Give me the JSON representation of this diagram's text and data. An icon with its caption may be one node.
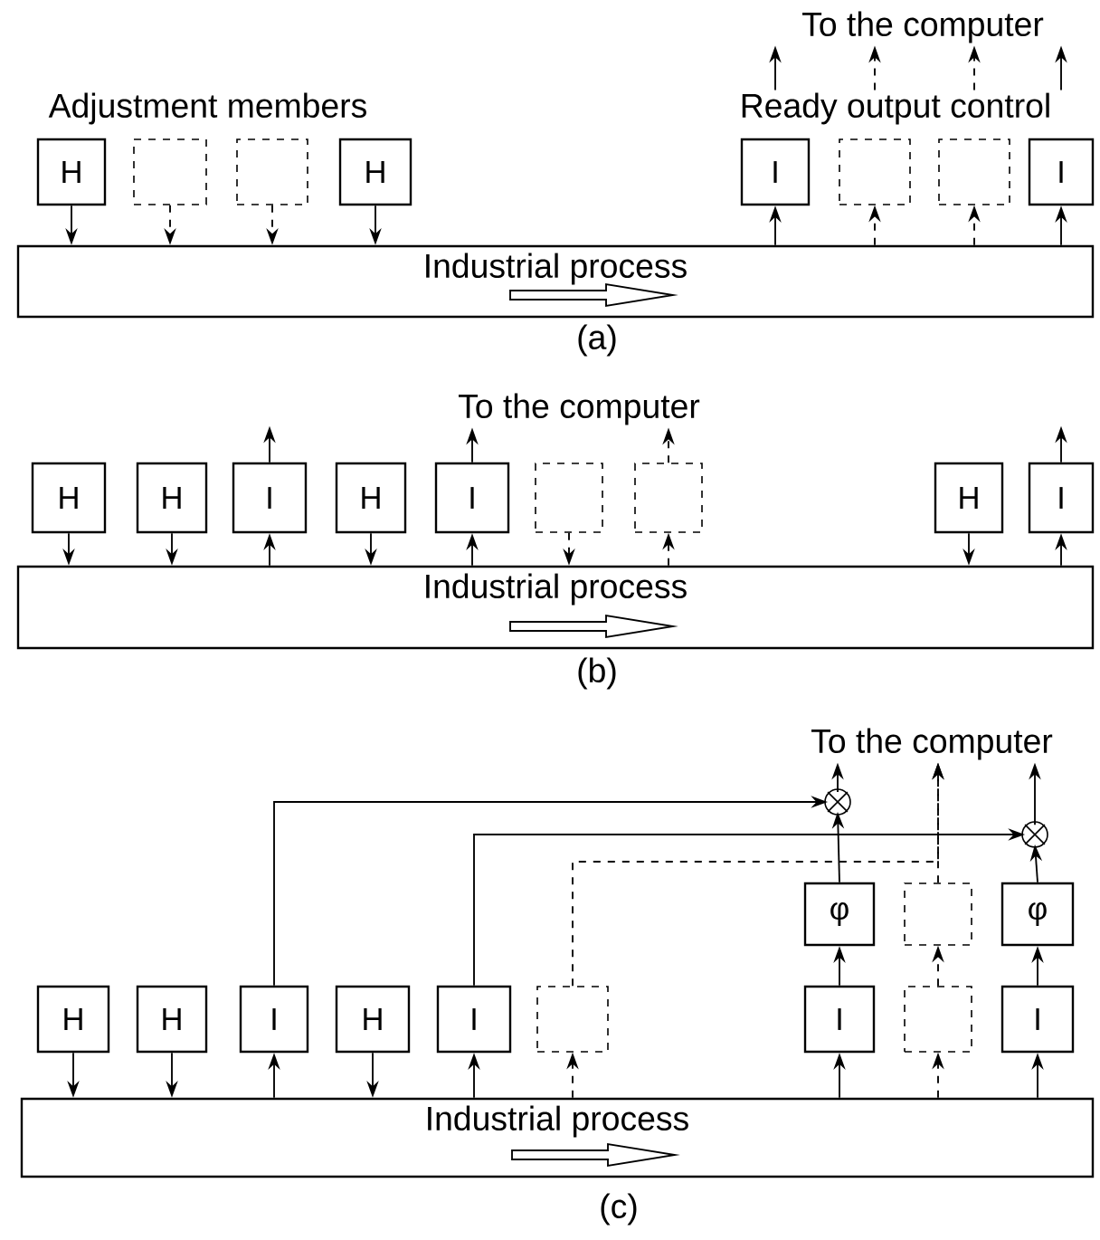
{
  "diagram": {
    "nodes": [
      {
        "text": [
          "H"
        ]
      },
      {
        "text": [],
        "shape": "box"
      },
      {
        "text": [],
        "shape": "box"
      },
      {
        "text": [
          "H"
        ]
      },
      {
        "text": [
          "I"
        ]
      },
      {
        "text": [],
        "shape": "box"
      },
      {
        "text": [],
        "shape": "box"
      },
      {
        "text": [
          "I"
        ]
      },
      {
        "text": [
          "Industrial process"
        ]
      },
      {
        "text": [
          "H"
        ]
      },
      {
        "text": [
          "H"
        ]
      },
      {
        "text": [
          "I"
        ]
      },
      {
        "text": [
          "H"
        ]
      },
      {
        "text": [
          "I"
        ]
      },
      {
        "text": [],
        "shape": "box"
      },
      {
        "text": [],
        "shape": "box"
      },
      {
        "text": [
          "H"
        ]
      },
      {
        "text": [
          "I"
        ]
      },
      {
        "text": [
          "Industrial process"
        ]
      },
      {
        "text": [],
        "shape": "circle"
      },
      {
        "text": [],
        "shape": "circle"
      },
      {
        "text": [
          "φ"
        ]
      },
      {
        "text": [],
        "shape": "box"
      },
      {
        "text": [
          "φ"
        ]
      },
      {
        "text": [
          "H"
        ]
      },
      {
        "text": [
          "H"
        ]
      },
      {
        "text": [
          "I"
        ]
      },
      {
        "text": [
          "H"
        ]
      },
      {
        "text": [
          "I"
        ]
      },
      {
        "text": [],
        "shape": "box"
      },
      {
        "text": [
          "I"
        ]
      },
      {
        "text": [],
        "shape": "box"
      },
      {
        "text": [
          "I"
        ]
      },
      {
        "text": [
          "Industrial process"
        ]
      },
      {
        "text": [
          "To the computer"
        ]
      },
      {
        "text": [
          "Ready output control"
        ]
      },
      {
        "text": [
          "To the computer"
        ]
      },
      {
        "text": [
          "To the computer"
        ]
      }
    ],
    "edges": [
      {
        "from": 0,
        "to": 8,
        "arrow": "to"
      },
      {
        "from": 1,
        "to": 8,
        "arrow": "to",
        "style": "dashed"
      },
      {
        "from": 2,
        "to": 8,
        "arrow": "to",
        "style": "dashed"
      },
      {
        "from": 3,
        "to": 8,
        "arrow": "to"
      },
      {
        "from": 8,
        "to": 4,
        "arrow": "to"
      },
      {
        "from": 8,
        "to": 5,
        "arrow": "to",
        "style": "dashed"
      },
      {
        "from": 8,
        "to": 6,
        "arrow": "to",
        "style": "dashed"
      },
      {
        "from": 8,
        "to": 7,
        "arrow": "to"
      },
      {
        "from": 35,
        "to": 34,
        "arrow": "to"
      },
      {
        "from": 35,
        "to": 34,
        "arrow": "to",
        "style": "dashed"
      },
      {
        "from": 35,
        "to": 34,
        "arrow": "to",
        "style": "dashed"
      },
      {
        "from": 35,
        "to": 34,
        "arrow": "to"
      },
      {
        "from": 9,
        "to": 18,
        "arrow": "to"
      },
      {
        "from": 10,
        "to": 18,
        "arrow": "to"
      },
      {
        "from": 18,
        "to": 11,
        "arrow": "to"
      },
      {
        "from": 12,
        "to": 18,
        "arrow": "to"
      },
      {
        "from": 18,
        "to": 13,
        "arrow": "to"
      },
      {
        "from": 14,
        "to": 18,
        "arrow": "to",
        "style": "dashed"
      },
      {
        "from": 18,
        "to": 15,
        "arrow": "to",
        "style": "dashed"
      },
      {
        "from": 16,
        "to": 18,
        "arrow": "to"
      },
      {
        "from": 18,
        "to": 17,
        "arrow": "to"
      },
      {
        "from": 11,
        "to": null,
        "arrow": "to"
      },
      {
        "from": 13,
        "to": 36,
        "arrow": "to"
      },
      {
        "from": 15,
        "to": 36,
        "arrow": "to",
        "style": "dashed"
      },
      {
        "from": 17,
        "to": null,
        "arrow": "to"
      },
      {
        "from": 24,
        "to": 33,
        "arrow": "to"
      },
      {
        "from": 25,
        "to": 33,
        "arrow": "to"
      },
      {
        "from": 33,
        "to": 26,
        "arrow": "to"
      },
      {
        "from": 27,
        "to": 33,
        "arrow": "to"
      },
      {
        "from": 33,
        "to": 28,
        "arrow": "to"
      },
      {
        "from": 33,
        "to": 29,
        "arrow": "to",
        "style": "dashed"
      },
      {
        "from": 33,
        "to": 30,
        "arrow": "to"
      },
      {
        "from": 33,
        "to": 31,
        "arrow": "to",
        "style": "dashed"
      },
      {
        "from": 33,
        "to": 32,
        "arrow": "to"
      },
      {
        "from": 30,
        "to": 21,
        "arrow": "to"
      },
      {
        "from": 31,
        "to": 22,
        "arrow": "to",
        "style": "dashed"
      },
      {
        "from": 32,
        "to": 23,
        "arrow": "to"
      },
      {
        "from": 21,
        "to": 19,
        "arrow": "to"
      },
      {
        "from": 23,
        "to": 20,
        "arrow": "to"
      },
      {
        "from": 26,
        "to": 19,
        "arrow": "to"
      },
      {
        "from": 28,
        "to": 20,
        "arrow": "to"
      },
      {
        "from": 29,
        "to": 37,
        "arrow": "to",
        "style": "dashed"
      },
      {
        "from": 22,
        "to": 37,
        "arrow": "to",
        "style": "dashed"
      },
      {
        "from": 19,
        "to": 37,
        "arrow": "to"
      },
      {
        "from": 20,
        "to": 37,
        "arrow": "to"
      }
    ],
    "labels": [
      "Adjustment members",
      "(a)",
      "(b)",
      "(c)"
    ]
  }
}
